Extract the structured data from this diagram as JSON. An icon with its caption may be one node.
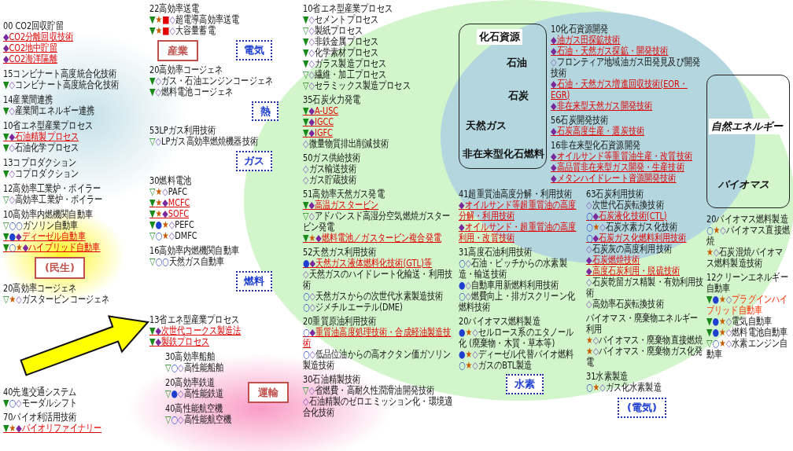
{
  "diagram": {
    "nodes": [
      {
        "text": [
          "産業"
        ]
      },
      {
        "text": [
          "電気"
        ]
      },
      {
        "text": [
          "化石資源",
          "石油",
          "石炭",
          "天然ガス",
          "非在来型化石燃料"
        ]
      },
      {
        "text": [
          "熱"
        ]
      },
      {
        "text": [
          "自然エネルギー",
          "バイオマス"
        ]
      },
      {
        "text": [
          "ガス"
        ]
      },
      {
        "text": [
          "(民生)"
        ]
      },
      {
        "text": [
          "13省エネ型産業プロセス",
          "▼◆次世代コークス製造法",
          "▼◆製鉄プロセス"
        ]
      },
      {
        "text": [
          "燃料"
        ]
      },
      {
        "text": [
          "水素"
        ]
      },
      {
        "text": [
          "(電気)"
        ]
      },
      {
        "text": [
          "運輸"
        ]
      }
    ],
    "edges": [
      {
        "from": null,
        "to": 7,
        "arrow": "to",
        "style": "thick",
        "color": "#ffff00"
      }
    ],
    "labels": [
      "22高効率送電",
      "▼★■◇超電導高効率送電",
      "▼★■◇大容量蓄電",
      "10省エネ型産業プロセス",
      "▼◇セメントプロセス",
      "▽◇製紙プロセス",
      "▼◇非鉄金属プロセス",
      "▼◇化学素材プロセス",
      "▼◇ガラス製造プロセス",
      "▽◇繊維・加工プロセス",
      "▽◇セラミックス製造プロセス",
      "00 CO2回収貯留",
      "◆CO2分離回収技術",
      "◆CO2地中貯留",
      "◆CO2海洋隔離",
      "35石炭火力発電",
      "▼◆A-USC",
      "▼◆IGCC",
      "▼◆IGFC",
      "◇微量物質排出削減技術",
      "10化石資源開発",
      "◆油ガス田探鉱技術",
      "◆石油・天然ガス探鉱・開発技術",
      "◇フロンティア地域油ガス田発見及び開発技術",
      "◆石油・天然ガス増進回収技術(EOR・EGR)",
      "◆非在来型天然ガス開発技術",
      "15コンビナート高度統合化技術",
      "▼◇コンビナート高度統合化技術",
      "14産業間連携",
      "▼◇産業間エネルギー連携",
      "56石炭開発技術",
      "◆石炭高度生産・選炭技術",
      "10省エネ型産業プロセス",
      "▼◆石油精製プロセス",
      "▼◇石油化学プロセス",
      "50ガス供給技術",
      "◇ガス輸送技術",
      "◇ガス貯蔵技術",
      "20高効率コージェネ",
      "▼◇ガス・石油エンジンコージェネ",
      "▼◇燃料電池コージェネ",
      "13コプロダクション",
      "▼◇コプロダクション",
      "51高効率天然ガス発電",
      "▼◆高温ガスタービン",
      "▽◇アドバンスド高湿分空気燃焼ガスタービン発電",
      "▼★◆燃料電池／ガスタービン複合発電",
      "16非在来型化石資源開発",
      "◆オイルサンド等重質油生産・改質技術",
      "◆高品質非在来型ガス開発・生産技術",
      "◆メタンハイドレート資源開発技術",
      "12高効率工業炉・ボイラー",
      "▽◇高効率工業炉・ボイラー",
      "41超重質油高度分解・利用技術",
      "◆オイルサンド等超重質油の高度分解・利用技術",
      "◆オイルサンド・超重質油の高度利用・改質技術",
      "10高効率内燃機関自動車",
      "▽○○ガソリン自動車",
      "▼●◆ディーゼル自動車",
      "▼○★◆ハイブリッド自動車",
      "63石炭利用技術",
      "◇次世代石炭転換技術",
      "○◆石炭液化技術(CTL)",
      "○★◇石炭水素ガス化技術",
      "○◆石炭ガス化燃料利用技術",
      "◇石炭灰の高度利用技術",
      "◆石炭燃焼技術",
      "◆高度石炭利用・脱硫技術",
      "◇石炭乾留ガス精製・有効利用技術",
      "◇高効率石炭転換技術",
      "52天然ガス利用技術",
      "●◆天然ガス液体燃料化技術(GTL)等",
      "◇天然ガスのハイドレート化輸送・利用技術",
      "○◇天然ガスからの次世代水素製造技術",
      "○◇ジメチルエーテル(DME)",
      "53LPガス利用技術",
      "▽◇LPガス高効率燃焼機器技術",
      "30燃料電池",
      "▽★◇PAFC",
      "▼★◆MCFC",
      "▼★◆SOFC",
      "▼●★◇PEFC",
      "▽○★◇DMFC",
      "20バイオマス燃料製造",
      "○★◇バイオマス直接燃焼",
      "★◇石炭混焼バイオマス燃料製造技術",
      "31高度石油利用技術",
      "○◇石油・ピッチからの水素製造・輸送技術",
      "●◇自動車用新燃料利用技術",
      "○◇燃費向上・排ガスクリーン化燃料技術",
      "20重質原油利用技術",
      "○◆重質油高度処理技術・合成軽油製造技術",
      "○◇低品位油からの高オクタン価ガソリン製造技術",
      "20高効率コージェネ",
      "▽★◇ガスタービンコージェネ",
      "30石油精製技術",
      "▽◇省燃費・高耐久性潤滑油開発技術",
      "◇石油精製のゼロエミッション化・環境適合化技術",
      "20バイオマス燃料製造",
      "●★◇セルロース系のエタノール化 (廃棄物・木質・草本等)",
      "●★◇ディーゼル代替バイオ燃料",
      "○★◇ガスのBTL製造",
      "バイオマス・廃棄物エネルギー利用",
      "★◇バイオマス・廃棄物直接燃焼",
      "★◇バイオマス・廃棄物ガス化発電",
      "16高効率内燃機関自動車",
      "▽○○天然ガス自動車",
      "31水素製造",
      "○★◇ガス化水素製造",
      "40先進交通システム",
      "▼○◇モーダルシフト",
      "30高効率船舶",
      "▽○◇高性能船舶",
      "12クリーンエネルギー自動車",
      "▼●★◇プラグインハイブリッド自動車",
      "▼●★◇電気自動車",
      "▼●★◇燃料電池自動車",
      "▽○★◇水素エンジン自動車",
      "20高効率鉄道",
      "▽●◇高性能鉄道",
      "70バイオ利活用技術",
      "▼★◆バイオリファイナリー",
      "40高性能航空機",
      "▽○◇高性能航空機"
    ]
  }
}
